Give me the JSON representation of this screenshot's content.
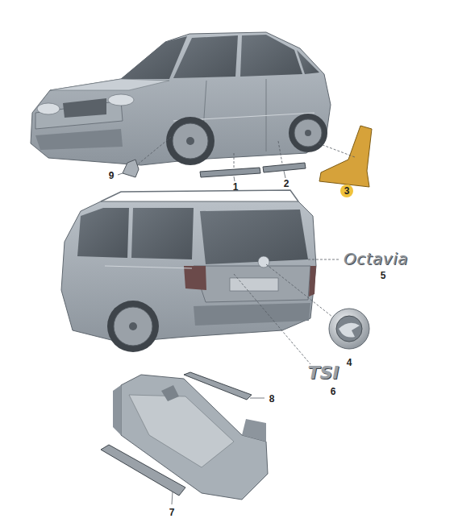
{
  "diagram": {
    "labels": [
      "9",
      "1",
      "2",
      "3",
      "Octavia",
      "5",
      "4",
      "TSI",
      "6",
      "8",
      "7"
    ]
  }
}
